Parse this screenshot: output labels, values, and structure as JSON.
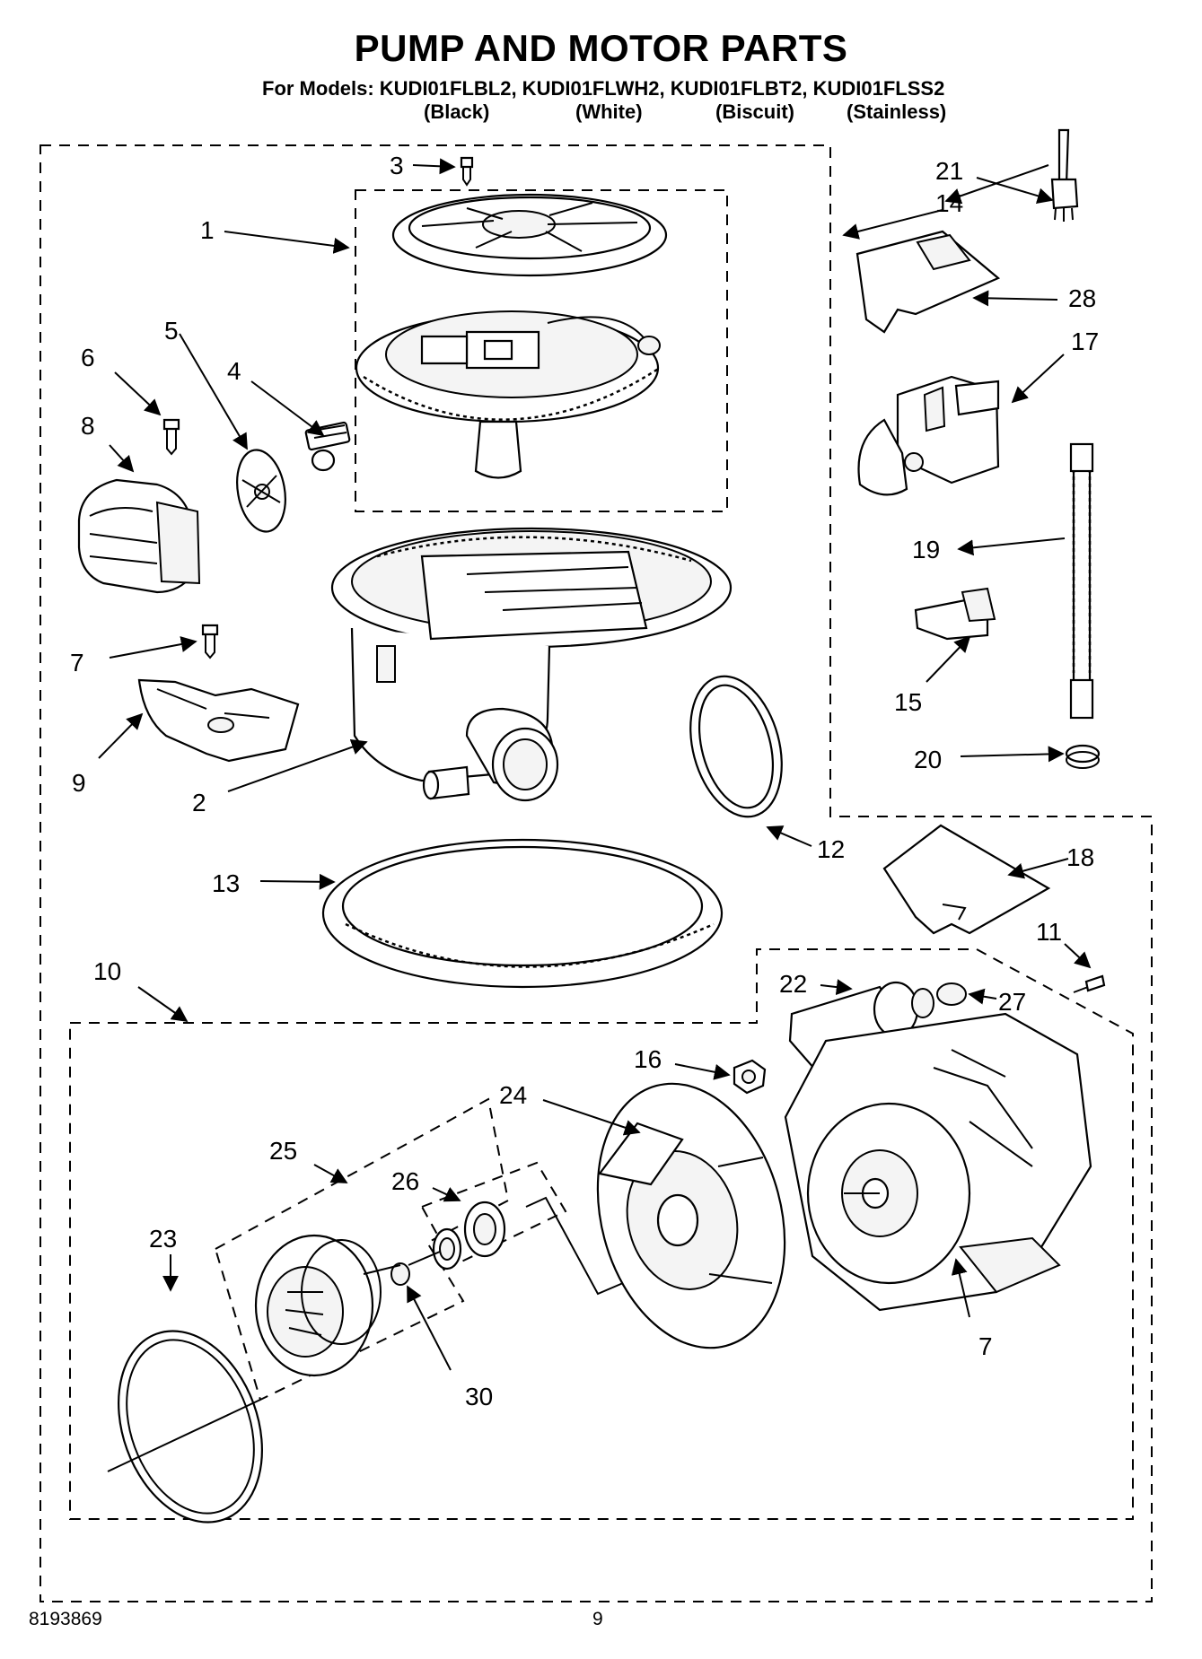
{
  "header": {
    "title": "PUMP AND MOTOR PARTS",
    "models_line": "For Models: KUDI01FLBL2, KUDI01FLWH2, KUDI01FLBT2, KUDI01FLSS2",
    "variants": [
      "(Black)",
      "(White)",
      "(Biscuit)",
      "(Stainless)"
    ]
  },
  "callouts": [
    "1",
    "2",
    "3",
    "4",
    "5",
    "6",
    "7",
    "7",
    "8",
    "9",
    "10",
    "11",
    "12",
    "13",
    "14",
    "15",
    "16",
    "17",
    "18",
    "19",
    "20",
    "21",
    "22",
    "23",
    "24",
    "25",
    "26",
    "27",
    "28",
    "30"
  ],
  "footer": {
    "doc_number": "8193869",
    "page_number": "9"
  }
}
